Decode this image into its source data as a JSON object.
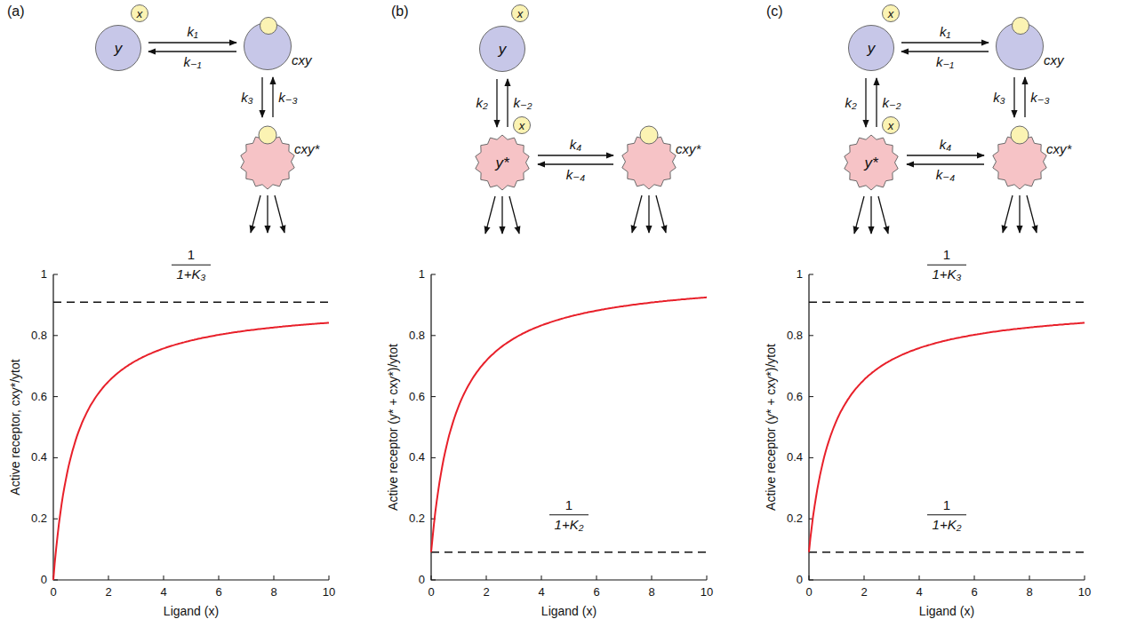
{
  "diagram": {
    "nodes": [
      {
        "text": [
          "x"
        ]
      },
      {
        "text": [
          "y"
        ]
      },
      {
        "text": [
          "cxy"
        ]
      },
      {
        "text": [
          "cxy*"
        ]
      },
      {
        "text": [
          "x"
        ]
      },
      {
        "text": [
          "y"
        ]
      },
      {
        "text": [
          "x"
        ]
      },
      {
        "text": [
          "y*"
        ]
      },
      {
        "text": [
          "cxy*"
        ]
      },
      {
        "text": [
          "x"
        ]
      },
      {
        "text": [
          "y"
        ]
      },
      {
        "text": [
          "cxy"
        ]
      },
      {
        "text": [
          "x"
        ]
      },
      {
        "text": [
          "y*"
        ]
      },
      {
        "text": [
          "cxy*"
        ]
      }
    ],
    "edges": [
      {
        "from": 1,
        "to": 2,
        "arrow": "to",
        "label": "k₁"
      },
      {
        "from": 2,
        "to": 1,
        "arrow": "to",
        "label": "k₋₁"
      },
      {
        "from": 2,
        "to": 3,
        "arrow": "to",
        "label": "k₃"
      },
      {
        "from": 3,
        "to": 2,
        "arrow": "to",
        "label": "k₋₃"
      },
      {
        "from": 5,
        "to": 7,
        "arrow": "to",
        "label": "k₂"
      },
      {
        "from": 7,
        "to": 5,
        "arrow": "to",
        "label": "k₋₂"
      },
      {
        "from": 7,
        "to": 8,
        "arrow": "to",
        "label": "k₄"
      },
      {
        "from": 8,
        "to": 7,
        "arrow": "to",
        "label": "k₋₄"
      },
      {
        "from": 10,
        "to": 11,
        "arrow": "to",
        "label": "k₁"
      },
      {
        "from": 11,
        "to": 10,
        "arrow": "to",
        "label": "k₋₁"
      },
      {
        "from": 10,
        "to": 13,
        "arrow": "to",
        "label": "k₂"
      },
      {
        "from": 13,
        "to": 10,
        "arrow": "to",
        "label": "k₋₂"
      },
      {
        "from": 11,
        "to": 14,
        "arrow": "to",
        "label": "k₃"
      },
      {
        "from": 14,
        "to": 11,
        "arrow": "to",
        "label": "k₋₃"
      },
      {
        "from": 13,
        "to": 14,
        "arrow": "to",
        "label": "k₄"
      },
      {
        "from": 14,
        "to": 13,
        "arrow": "to",
        "label": "k₋₄"
      }
    ],
    "labels": [
      "(a)",
      "1",
      "1+K₃",
      "0",
      "0.2",
      "0.4",
      "0.6",
      "0.8",
      "1",
      "0",
      "2",
      "4",
      "6",
      "8",
      "10",
      "Active receptor, cxy*/ytot",
      "Ligand (x)",
      "(b)",
      "1",
      "1+K₂",
      "0",
      "0.2",
      "0.4",
      "0.6",
      "0.8",
      "1",
      "0",
      "2",
      "4",
      "6",
      "8",
      "10",
      "Active receptor (y* + cxy*)/ytot",
      "Ligand (x)",
      "(c)",
      "1",
      "1+K₃",
      "1",
      "1+K₂",
      "0",
      "0.2",
      "0.4",
      "0.6",
      "0.8",
      "1",
      "0",
      "2",
      "4",
      "6",
      "8",
      "10",
      "Active receptor (y* + cxy*)/ytot",
      "Ligand (x)"
    ]
  }
}
